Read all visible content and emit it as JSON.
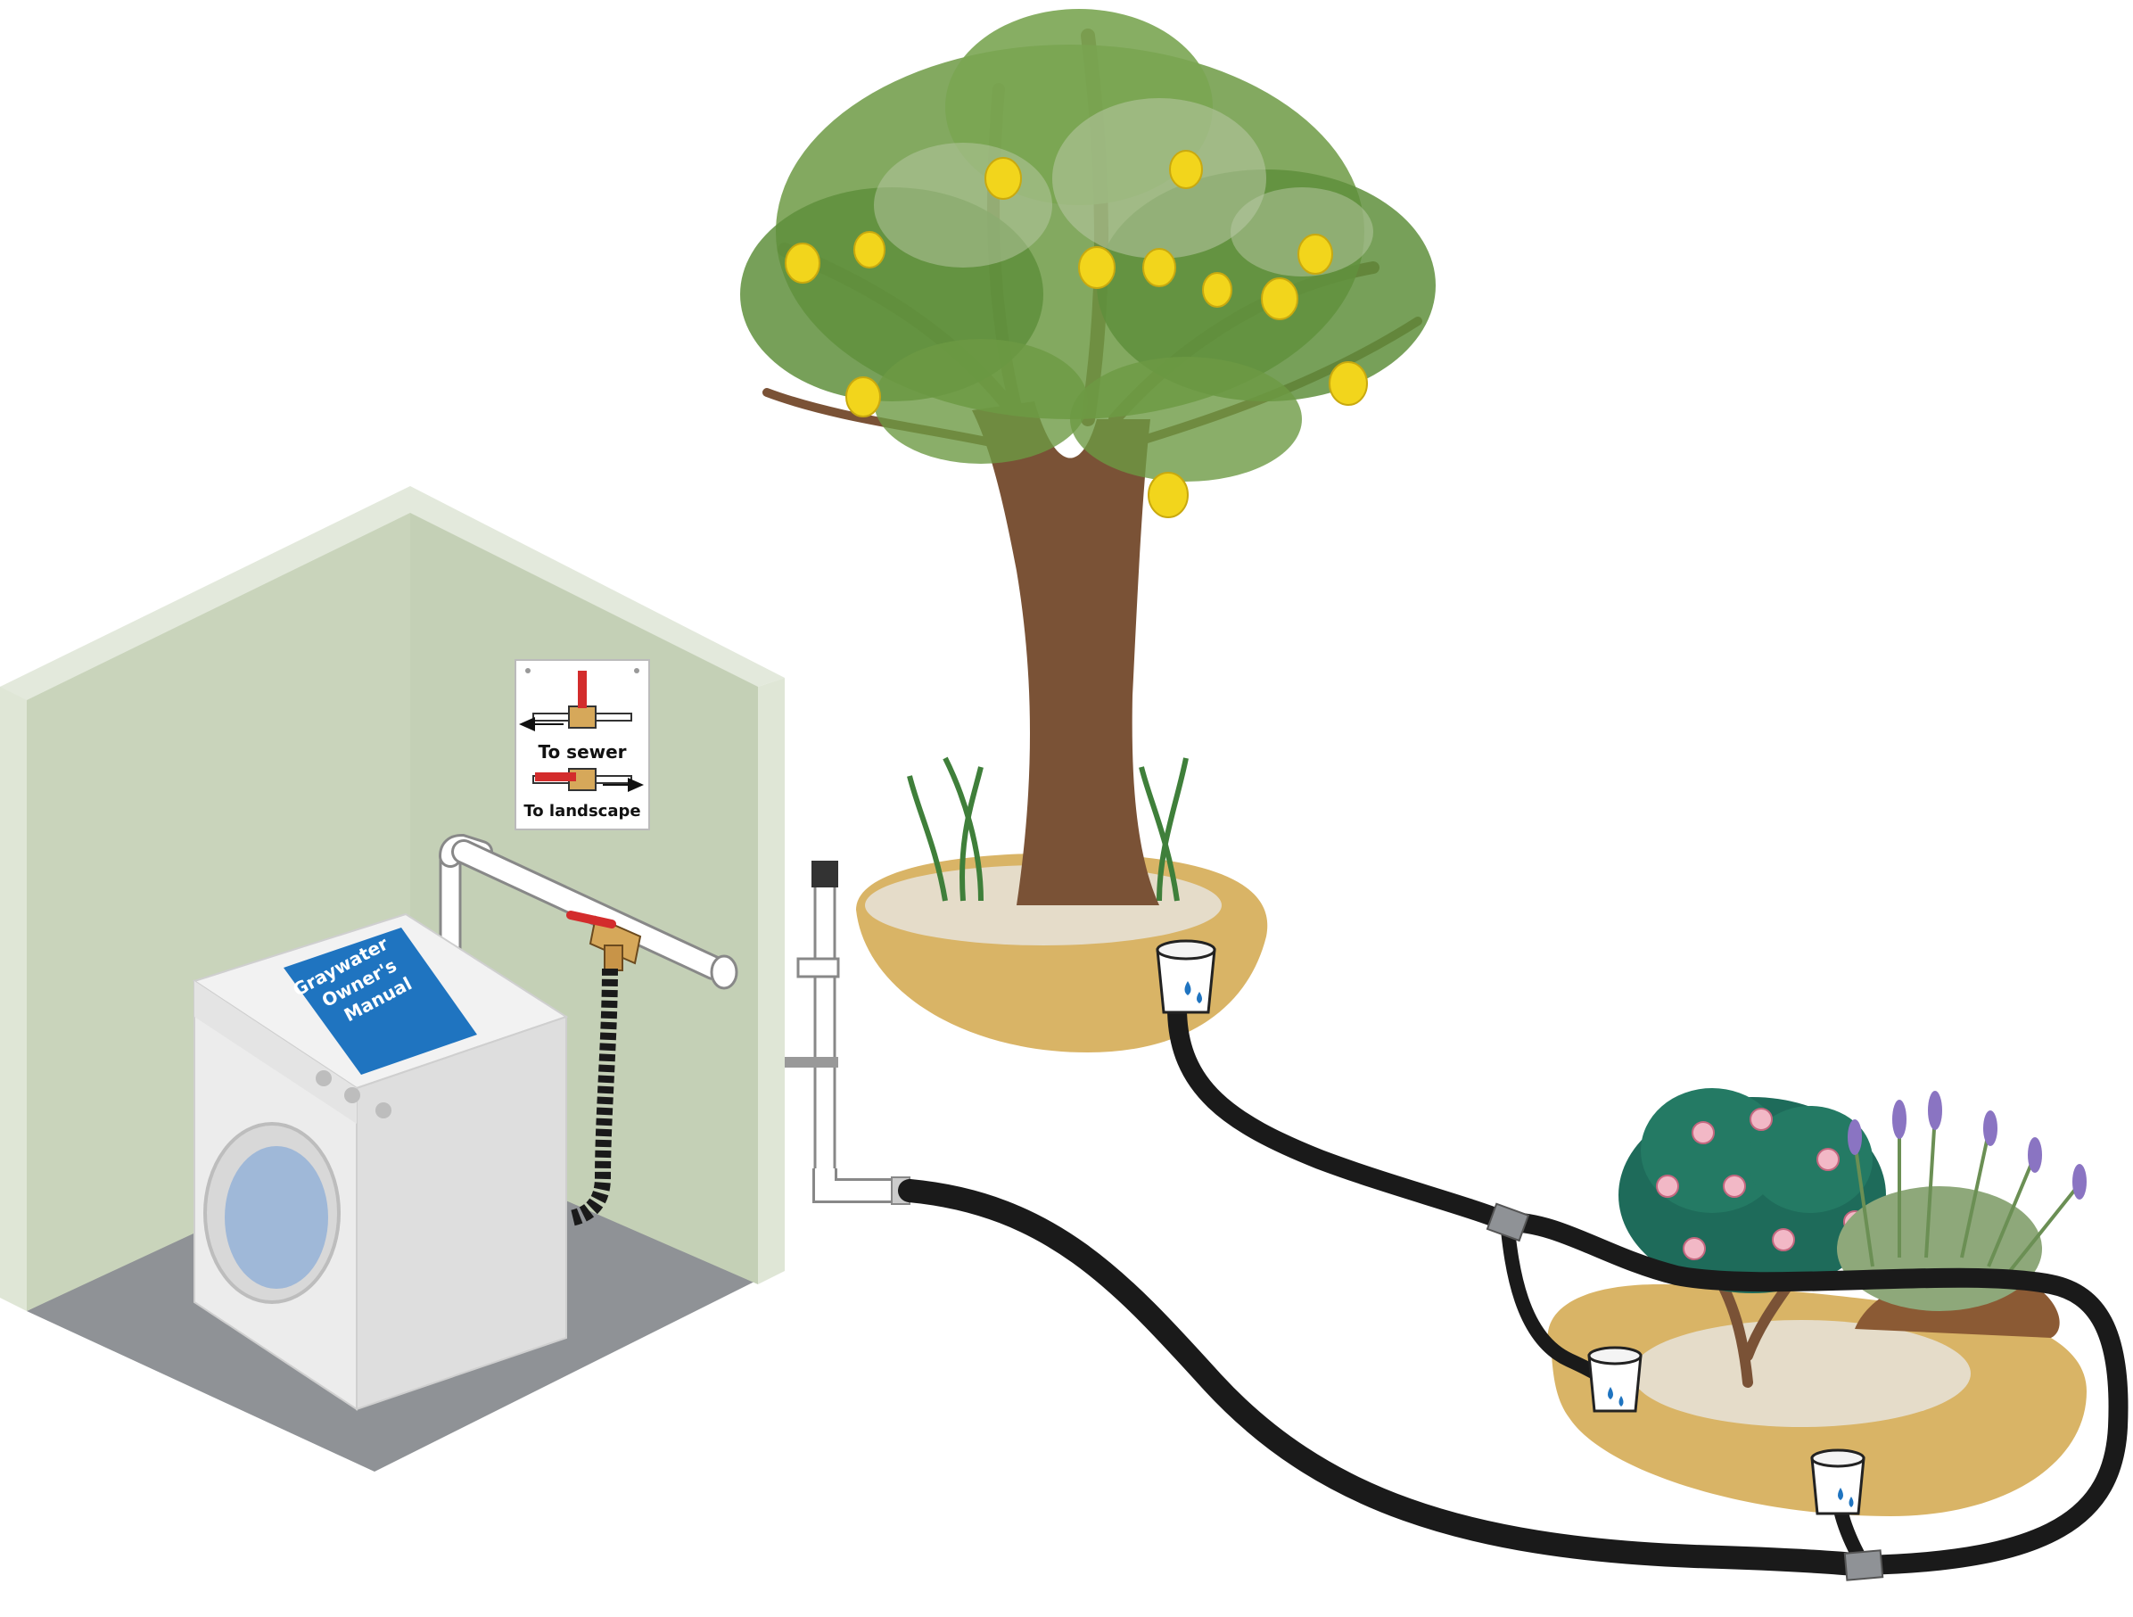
{
  "sign": {
    "to_sewer": "To sewer",
    "to_landscape": "To landscape"
  },
  "manual": {
    "line1": "Graywater",
    "line2": "Owner's",
    "line3": "Manual"
  },
  "colors": {
    "wall": "#c8d3bc",
    "wall_inner": "#b7c6a8",
    "floor": "#8f9296",
    "hose": "#1a1a1a",
    "trunk": "#7a5236",
    "leaf": "#5f8f3c",
    "lemon": "#f2d51c",
    "mulch": "#d9b466",
    "manual_blue": "#1f74c0",
    "valve_handle": "#d32c2c"
  }
}
